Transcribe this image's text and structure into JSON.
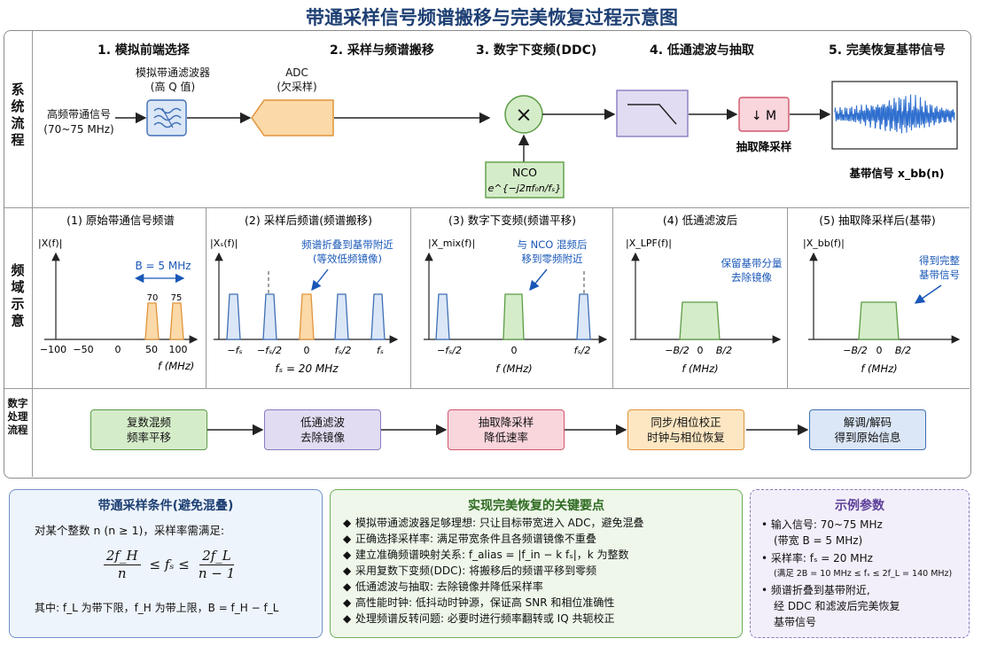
{
  "title": "带通采样信号频谱搬移与完美恢复过程示意图",
  "row_labels": {
    "system": "系统流程",
    "freq": "频域示意",
    "digital": "数字处理流程"
  },
  "system": {
    "steps": [
      "1. 模拟前端选择",
      "2. 采样与频谱搬移",
      "3. 数字下变频(DDC)",
      "4. 低通滤波与抽取",
      "5. 完美恢复基带信号"
    ],
    "input_label_1": "高频带通信号",
    "input_label_2": "(70~75 MHz)",
    "filter_label_1": "模拟带通滤波器",
    "filter_label_2": "(高 Q 值)",
    "adc_label_1": "ADC",
    "adc_label_2": "(欠采样)",
    "mixer_symbol": "×",
    "nco_label": "NCO",
    "nco_formula": "e^{−j2πf₀n/fₛ}",
    "decim_symbol": "↓ M",
    "decim_label": "抽取降采样",
    "output_label": "基带信号 x_bb(n)"
  },
  "freq": {
    "p1": {
      "title": "(1) 原始带通信号频谱",
      "ylabel": "|X(f)|",
      "bandwidth": "B = 5 MHz",
      "peak_labels": [
        "70",
        "75"
      ],
      "ticks": [
        "−100",
        "−50",
        "0",
        "50",
        "100"
      ],
      "xlabel": "f (MHz)"
    },
    "p2": {
      "title": "(2) 采样后频谱(频谱搬移)",
      "ylabel": "|Xₛ(f)|",
      "annotation_1": "频谱折叠到基带附近",
      "annotation_2": "(等效低频镜像)",
      "ticks": [
        "−fₛ",
        "−fₛ/2",
        "0",
        "fₛ/2",
        "fₛ"
      ],
      "xlabel": "fₛ = 20 MHz"
    },
    "p3": {
      "title": "(3) 数字下变频(频谱平移)",
      "ylabel": "|X_mix(f)|",
      "annotation_1": "与 NCO 混频后",
      "annotation_2": "移到零频附近",
      "ticks": [
        "−fₛ/2",
        "0",
        "fₛ/2"
      ],
      "xlabel": "f (MHz)"
    },
    "p4": {
      "title": "(4) 低通滤波后",
      "ylabel": "|X_LPF(f)|",
      "annotation_1": "保留基带分量",
      "annotation_2": "去除镜像",
      "ticks": [
        "−B/2",
        "0",
        "B/2"
      ],
      "xlabel": "f (MHz)"
    },
    "p5": {
      "title": "(5) 抽取降采样后(基带)",
      "ylabel": "|X_bb(f)|",
      "annotation_1": "得到完整",
      "annotation_2": "基带信号",
      "ticks": [
        "−B/2",
        "0",
        "B/2"
      ],
      "xlabel": "f (MHz)"
    }
  },
  "digital": {
    "steps": [
      {
        "l1": "复数混频",
        "l2": "频率平移"
      },
      {
        "l1": "低通滤波",
        "l2": "去除镜像"
      },
      {
        "l1": "抽取降采样",
        "l2": "降低速率"
      },
      {
        "l1": "同步/相位校正",
        "l2": "时钟与相位恢复"
      },
      {
        "l1": "解调/解码",
        "l2": "得到原始信息"
      }
    ]
  },
  "conditions": {
    "title": "带通采样条件(避免混叠)",
    "intro": "对某个整数 n (n ≥ 1)，采样率需满足:",
    "formula_left_num": "2f_H",
    "formula_left_den": "n",
    "formula_mid": "≤ fₛ ≤",
    "formula_right_num": "2f_L",
    "formula_right_den": "n − 1",
    "note": "其中: f_L 为带下限，f_H 为带上限，B = f_H − f_L"
  },
  "keypoints": {
    "title": "实现完美恢复的关键要点",
    "items": [
      "模拟带通滤波器足够理想: 只让目标带宽进入 ADC，避免混叠",
      "正确选择采样率: 满足带宽条件且各频谱镜像不重叠",
      "建立准确频谱映射关系: f_alias = |f_in − k fₛ|，k 为整数",
      "采用复数下变频(DDC): 将搬移后的频谱平移到零频",
      "低通滤波与抽取: 去除镜像并降低采样率",
      "高性能时钟: 低抖动时钟源，保证高 SNR 和相位准确性",
      "处理频谱反转问题: 必要时进行频率翻转或 IQ 共轭校正"
    ]
  },
  "example": {
    "title": "示例参数",
    "line1": "• 输入信号: 70~75 MHz",
    "line2": "(带宽 B = 5 MHz)",
    "line3": "• 采样率: fₛ = 20 MHz",
    "line4": "(满足 2B = 10 MHz ≤ fₛ ≤ 2f_L = 140 MHz)",
    "line5": "• 频谱折叠到基带附近,",
    "line6": "经 DDC 和滤波后完美恢复",
    "line7": "基带信号"
  },
  "colors": {
    "blue_fill": "#dbe7f7",
    "blue_edge": "#3f6fb5",
    "orange_fill": "#fbd9a8",
    "orange_edge": "#e0943a",
    "green_fill": "#d5ecc9",
    "green_edge": "#5b9d45",
    "purple_fill": "#e2dcf2",
    "purple_edge": "#8a7bbf",
    "pink_fill": "#f9d5dc",
    "pink_edge": "#d0576d",
    "title_blue": "#1d3f73"
  }
}
